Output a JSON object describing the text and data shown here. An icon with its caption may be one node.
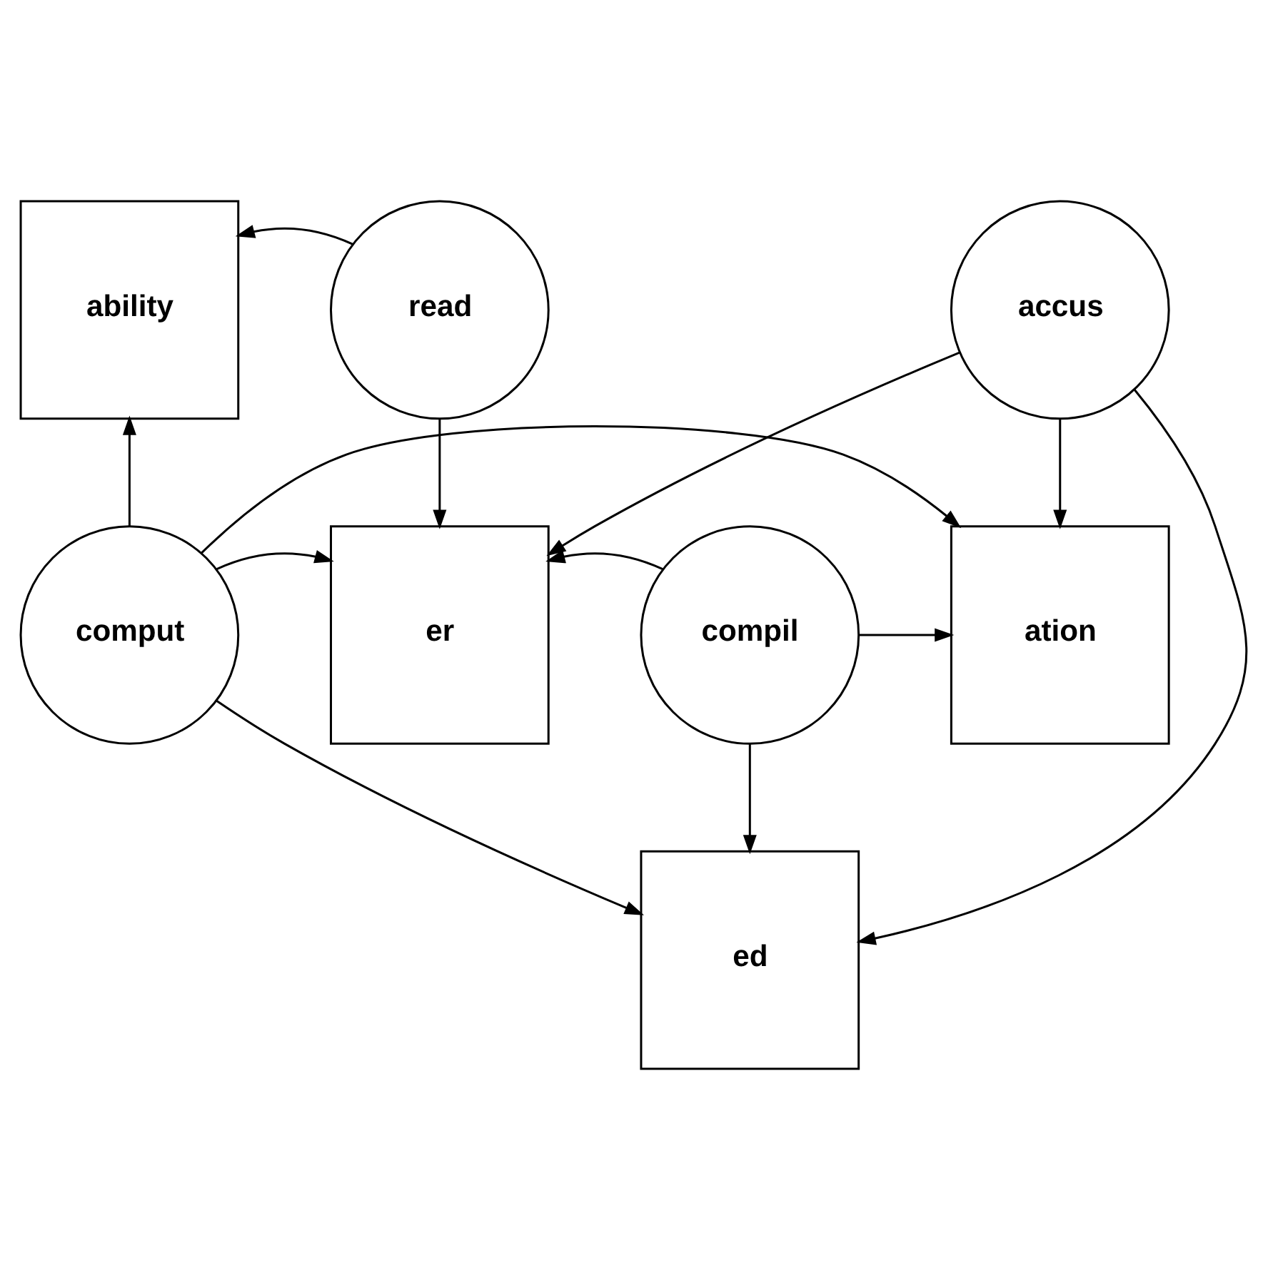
{
  "diagram": {
    "nodes": [
      {
        "text": [
          "ability"
        ]
      },
      {
        "text": [
          "read"
        ]
      },
      {
        "text": [
          "ation"
        ]
      },
      {
        "text": [
          "comput"
        ]
      },
      {
        "text": [
          "er"
        ]
      },
      {
        "text": [
          "compil"
        ]
      },
      {
        "text": [
          "ed"
        ]
      },
      {
        "text": [
          "accus"
        ]
      }
    ],
    "edges": [
      {
        "from": 1,
        "to": 0,
        "arrow": "to"
      },
      {
        "from": 1,
        "to": 4,
        "arrow": "to"
      },
      {
        "from": 3,
        "to": 0,
        "arrow": "to"
      },
      {
        "from": 3,
        "to": 2,
        "arrow": "to"
      },
      {
        "from": 3,
        "to": 4,
        "arrow": "to"
      },
      {
        "from": 3,
        "to": 6,
        "arrow": "to"
      },
      {
        "from": 5,
        "to": 2,
        "arrow": "to"
      },
      {
        "from": 5,
        "to": 4,
        "arrow": "to"
      },
      {
        "from": 5,
        "to": 6,
        "arrow": "to"
      },
      {
        "from": 7,
        "to": 6,
        "arrow": "to"
      },
      {
        "from": 7,
        "to": 2,
        "arrow": "to"
      },
      {
        "from": 7,
        "to": 4,
        "arrow": "to"
      }
    ]
  }
}
